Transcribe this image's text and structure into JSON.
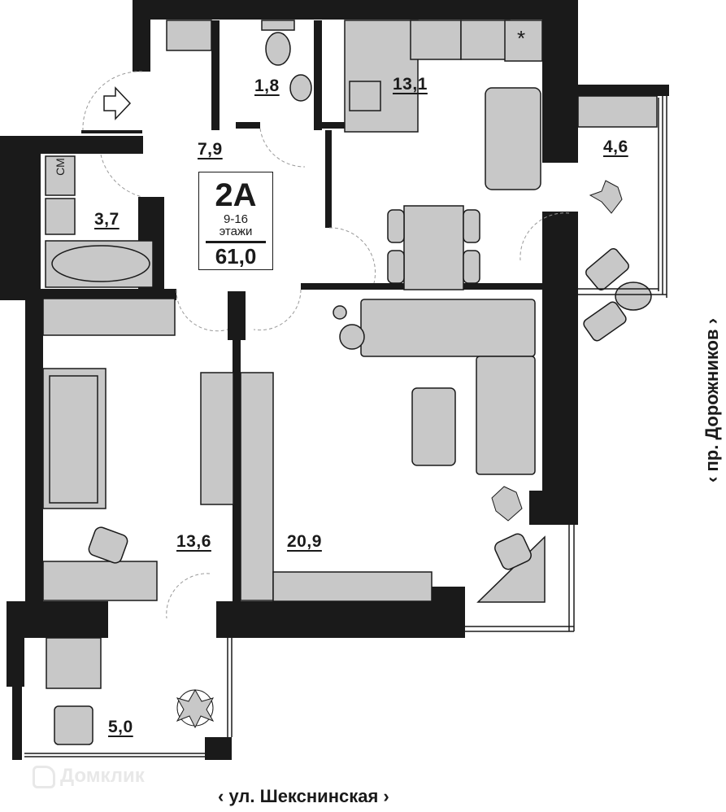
{
  "plan": {
    "apartment_type": "2A",
    "floors_range": "9-16",
    "floors_word": "этажи",
    "total_area": "61,0",
    "colors": {
      "wall": "#1a1a1a",
      "furniture": "#c8c8c8",
      "background": "#ffffff"
    }
  },
  "rooms": [
    {
      "name": "hallway",
      "area": "7,9"
    },
    {
      "name": "toilet",
      "area": "1,8"
    },
    {
      "name": "kitchen",
      "area": "13,1"
    },
    {
      "name": "bathroom",
      "area": "3,7"
    },
    {
      "name": "bedroom",
      "area": "13,6"
    },
    {
      "name": "living-room",
      "area": "20,9"
    },
    {
      "name": "balcony-east",
      "area": "4,6"
    },
    {
      "name": "balcony-south",
      "area": "5,0"
    }
  ],
  "fixtures": {
    "washing_machine_label": "СМ",
    "fridge_symbol": "*",
    "entrance_arrow": "⇨"
  },
  "streets": {
    "bottom": "‹ ул. Шекснинская ›",
    "right": "‹ пр. Дорожников ›"
  },
  "watermark": "Домклик"
}
